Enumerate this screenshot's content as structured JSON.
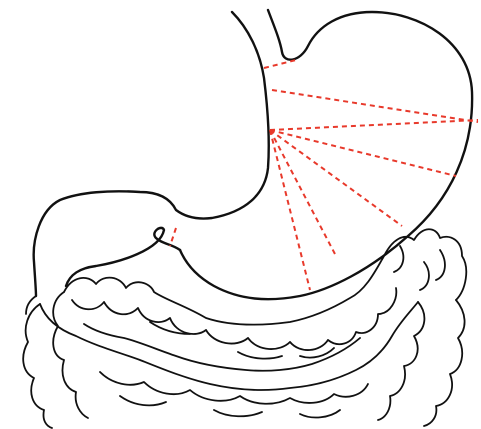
{
  "colors": {
    "outline": "#111111",
    "division_lines": "#e8392b",
    "background": "#ffffff"
  },
  "figure": {
    "subject": "stomach-and-colon-line-drawing",
    "division_line_count": 8,
    "division_line_style": "dashed"
  }
}
